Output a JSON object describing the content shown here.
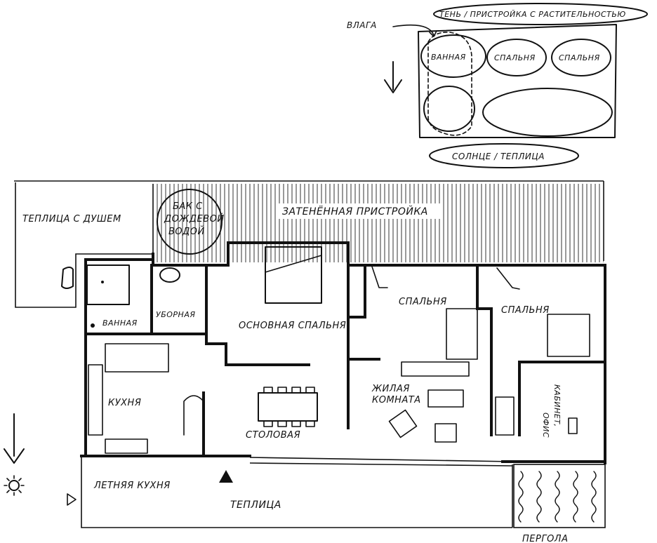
{
  "concept": {
    "moisture": "ВЛАГА",
    "shade": "ТЕНЬ / ПРИСТРОЙКА С РАСТИТЕЛЬНОСТЬЮ",
    "bathroom": "ВАННАЯ",
    "bedroom_a": "СПАЛЬНЯ",
    "bedroom_b": "СПАЛЬНЯ",
    "sun": "СОЛНЦЕ / ТЕПЛИЦА"
  },
  "plan": {
    "shower_greenhouse": "ТЕПЛИЦА С ДУШЕМ",
    "rain_tank_l1": "БАК С",
    "rain_tank_l2": "ДОЖДЕВОЙ",
    "rain_tank_l3": "ВОДОЙ",
    "shaded_annex": "ЗАТЕНЁННАЯ ПРИСТРОЙКА",
    "bathroom": "ВАННАЯ",
    "toilet": "УБОРНАЯ",
    "master_bedroom": "ОСНОВНАЯ СПАЛЬНЯ",
    "bedroom_1": "СПАЛЬНЯ",
    "bedroom_2": "СПАЛЬНЯ",
    "kitchen": "КУХНЯ",
    "dining": "СТОЛОВАЯ",
    "living_l1": "ЖИЛАЯ",
    "living_l2": "КОМНАТА",
    "office_l1": "КАБИНЕТ,",
    "office_l2": "ОФИС",
    "summer_kitchen": "ЛЕТНЯЯ КУХНЯ",
    "greenhouse": "ТЕПЛИЦА",
    "pergola": "ПЕРГОЛА"
  }
}
